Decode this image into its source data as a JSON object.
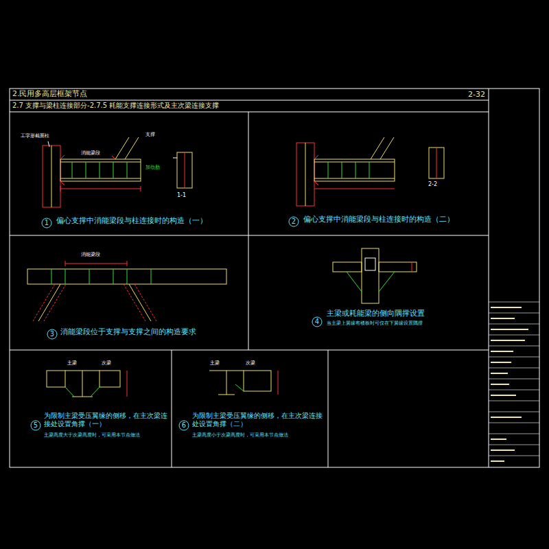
{
  "diagram": {
    "title": "2.民用多高层框架节点",
    "labels": [
      "2-32",
      "2.7 支撑与梁柱连接部分-2.7.5 耗能支撑连接形式及主次梁连接支撑",
      "工字形截面柱",
      "消能梁段",
      "1",
      "偏心支撑中消能梁段与柱连接时的构造（一）",
      "1-1",
      "2",
      "偏心支撑中消能梁段与柱连接时的构造（二）",
      "2-2",
      "3",
      "消能梁段位于支撑与支撑之间的构造要求",
      "消能梁段",
      "4",
      "主梁或耗能梁的侧向隅撑设置",
      "当主梁上翼缘有楼板时可仅在下翼缘设置隅撑",
      "5",
      "为限制主梁受压翼缘的侧移，在主次梁连接处设置角撑（一）",
      "主梁高度大于次梁高度时，可采用本节点做法",
      "6",
      "为限制主梁受压翼缘的侧移，在主次梁连接处设置角撑（二）",
      "主梁高度小于次梁高度时，可采用本节点做法",
      "主梁",
      "次梁",
      "主梁",
      "次梁",
      "支撑",
      "加劲肋"
    ]
  }
}
